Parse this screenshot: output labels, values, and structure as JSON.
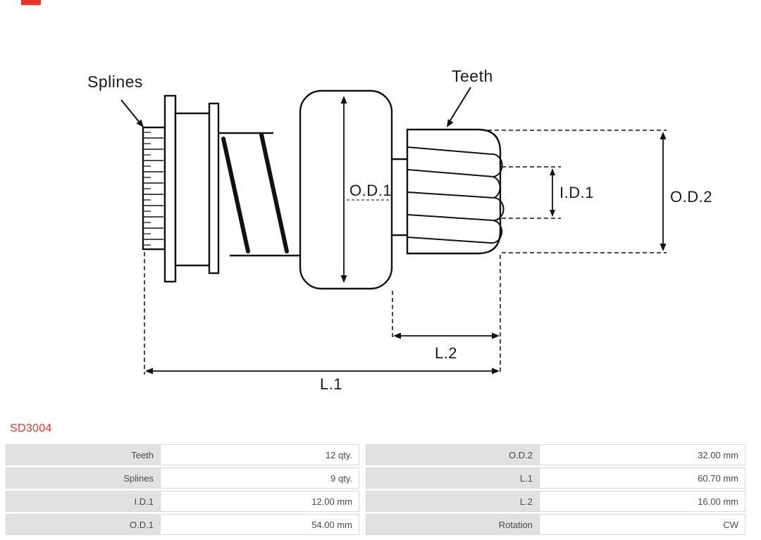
{
  "colors": {
    "line": "#111111",
    "brand_red": "#e8342c",
    "table_label_bg": "#e1e1e1",
    "table_border": "#d8d8d8",
    "table_text": "#4a4a4a"
  },
  "part": {
    "number": "SD3004"
  },
  "diagram": {
    "labels": {
      "splines": "Splines",
      "teeth": "Teeth",
      "od1": "O.D.1",
      "id1": "I.D.1",
      "od2": "O.D.2",
      "l1": "L.1",
      "l2": "L.2"
    }
  },
  "specs": {
    "left": [
      {
        "label": "Teeth",
        "value": "12 qty."
      },
      {
        "label": "Splines",
        "value": "9 qty."
      },
      {
        "label": "I.D.1",
        "value": "12.00 mm"
      },
      {
        "label": "O.D.1",
        "value": "54.00 mm"
      }
    ],
    "right": [
      {
        "label": "O.D.2",
        "value": "32.00 mm"
      },
      {
        "label": "L.1",
        "value": "60.70 mm"
      },
      {
        "label": "L.2",
        "value": "16.00 mm"
      },
      {
        "label": "Rotation",
        "value": "CW"
      }
    ]
  }
}
